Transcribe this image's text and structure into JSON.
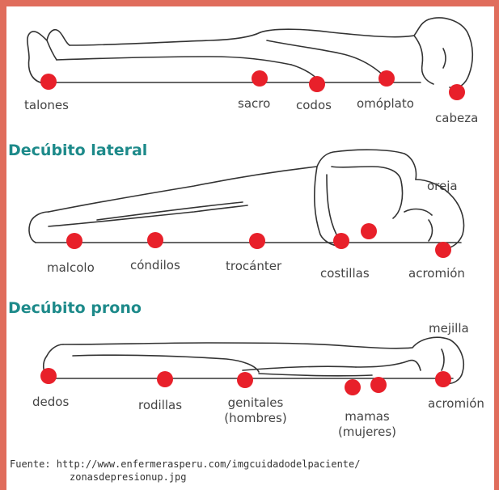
{
  "colors": {
    "frame": "#e06d5c",
    "point": "#e8202a",
    "heading": "#1d8a8a",
    "outline": "#333333"
  },
  "sections": {
    "supine": {
      "labels": {
        "talones": "talones",
        "sacro": "sacro",
        "codos": "codos",
        "omoplato": "omóplato",
        "cabeza": "cabeza"
      }
    },
    "lateral": {
      "heading": "Decúbito lateral",
      "labels": {
        "oreja": "oreja",
        "malcolo": "malcolo",
        "condilos": "cóndilos",
        "trocanter": "trocánter",
        "costillas": "costillas",
        "acromion": "acromión"
      }
    },
    "prone": {
      "heading": "Decúbito prono",
      "labels": {
        "mejilla": "mejilla",
        "dedos": "dedos",
        "rodillas": "rodillas",
        "genitales_1": "genitales",
        "genitales_2": "(hombres)",
        "mamas_1": "mamas",
        "mamas_2": "(mujeres)",
        "acromion": "acromión"
      }
    }
  },
  "footer": {
    "line1": "Fuente: http://www.enfermerasperu.com/imgcuidadodelpaciente/",
    "line2": "zonasdepresionup.jpg"
  }
}
